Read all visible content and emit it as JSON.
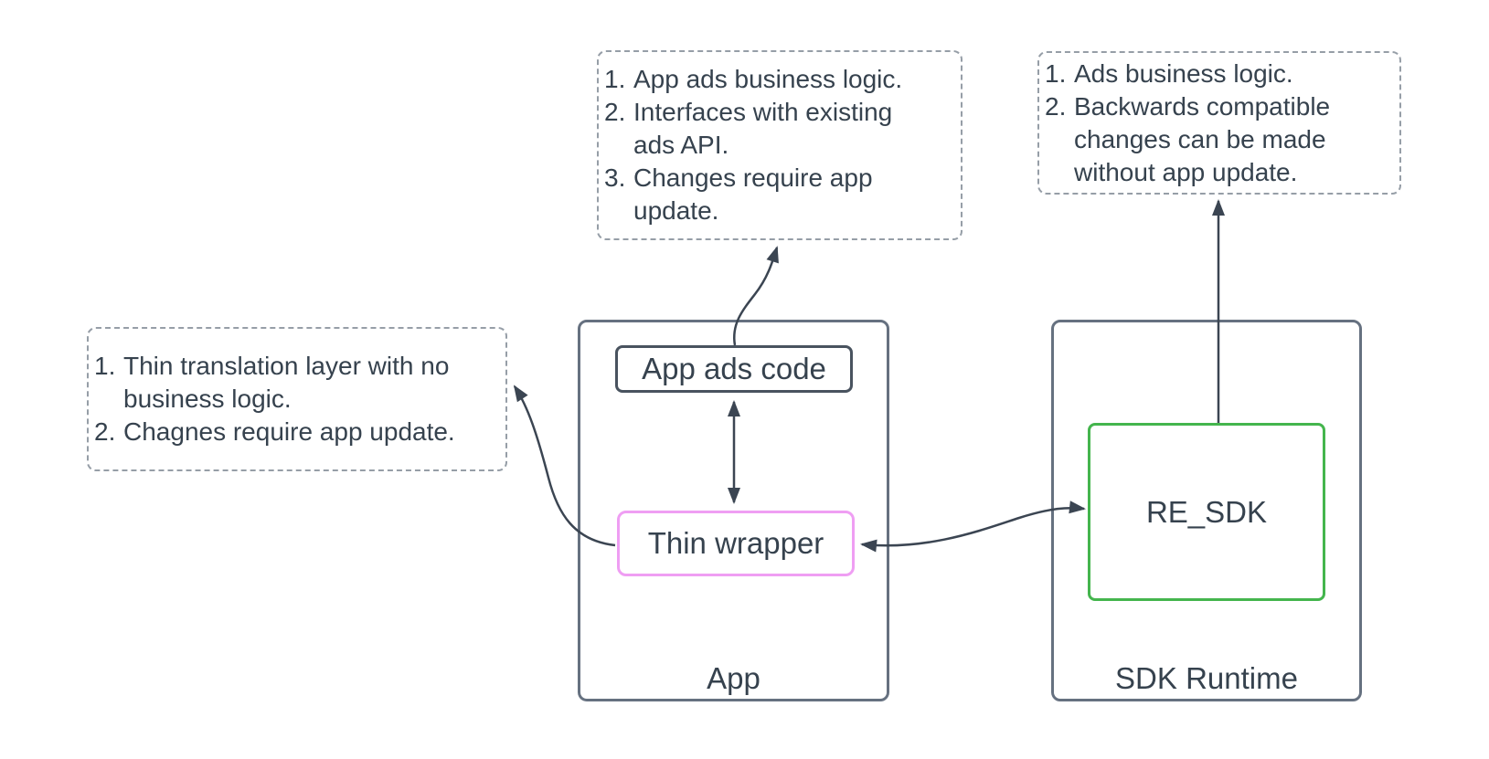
{
  "diagram": {
    "background": "#ffffff",
    "text_color": "#36424e",
    "notes": [
      {
        "id": "note-app-ads-code",
        "style": "dashed",
        "border_color": "#969ea7",
        "items": [
          {
            "num": "1.",
            "text": "App ads business logic."
          },
          {
            "num": "2.",
            "text": "Interfaces with existing\nads API."
          },
          {
            "num": "3.",
            "text": "Changes require app\nupdate."
          }
        ]
      },
      {
        "id": "note-re-sdk",
        "style": "dashed",
        "border_color": "#969ea7",
        "items": [
          {
            "num": "1.",
            "text": "Ads business logic."
          },
          {
            "num": "2.",
            "text": "Backwards compatible\nchanges can be made\nwithout app update."
          }
        ]
      },
      {
        "id": "note-thin-wrapper",
        "style": "dashed",
        "border_color": "#969ea7",
        "items": [
          {
            "num": "1.",
            "text": "Thin translation layer with no\nbusiness logic."
          },
          {
            "num": "2.",
            "text": "Chagnes require app update."
          }
        ]
      }
    ],
    "containers": [
      {
        "id": "container-app",
        "label": "App",
        "border_color": "#667180"
      },
      {
        "id": "container-sdk",
        "label": "SDK Runtime",
        "border_color": "#667180"
      }
    ],
    "nodes": [
      {
        "id": "node-app-ads-code",
        "label": "App ads code",
        "border_color": "#49535f"
      },
      {
        "id": "node-thin-wrapper",
        "label": "Thin wrapper",
        "border_color": "#ef9ef3"
      },
      {
        "id": "node-re-sdk",
        "label": "RE_SDK",
        "border_color": "#44b54d"
      }
    ],
    "edges": [
      {
        "from": "node-app-ads-code",
        "to": "note-app-ads-code",
        "heads": "end",
        "shape": "curve"
      },
      {
        "from": "node-app-ads-code",
        "to": "node-thin-wrapper",
        "heads": "both",
        "shape": "straight"
      },
      {
        "from": "node-thin-wrapper",
        "to": "note-thin-wrapper",
        "heads": "end",
        "shape": "curve"
      },
      {
        "from": "node-thin-wrapper",
        "to": "node-re-sdk",
        "heads": "both",
        "shape": "s-curve"
      },
      {
        "from": "node-re-sdk",
        "to": "note-re-sdk",
        "heads": "end",
        "shape": "straight"
      }
    ],
    "arrow_color": "#3b4552"
  }
}
